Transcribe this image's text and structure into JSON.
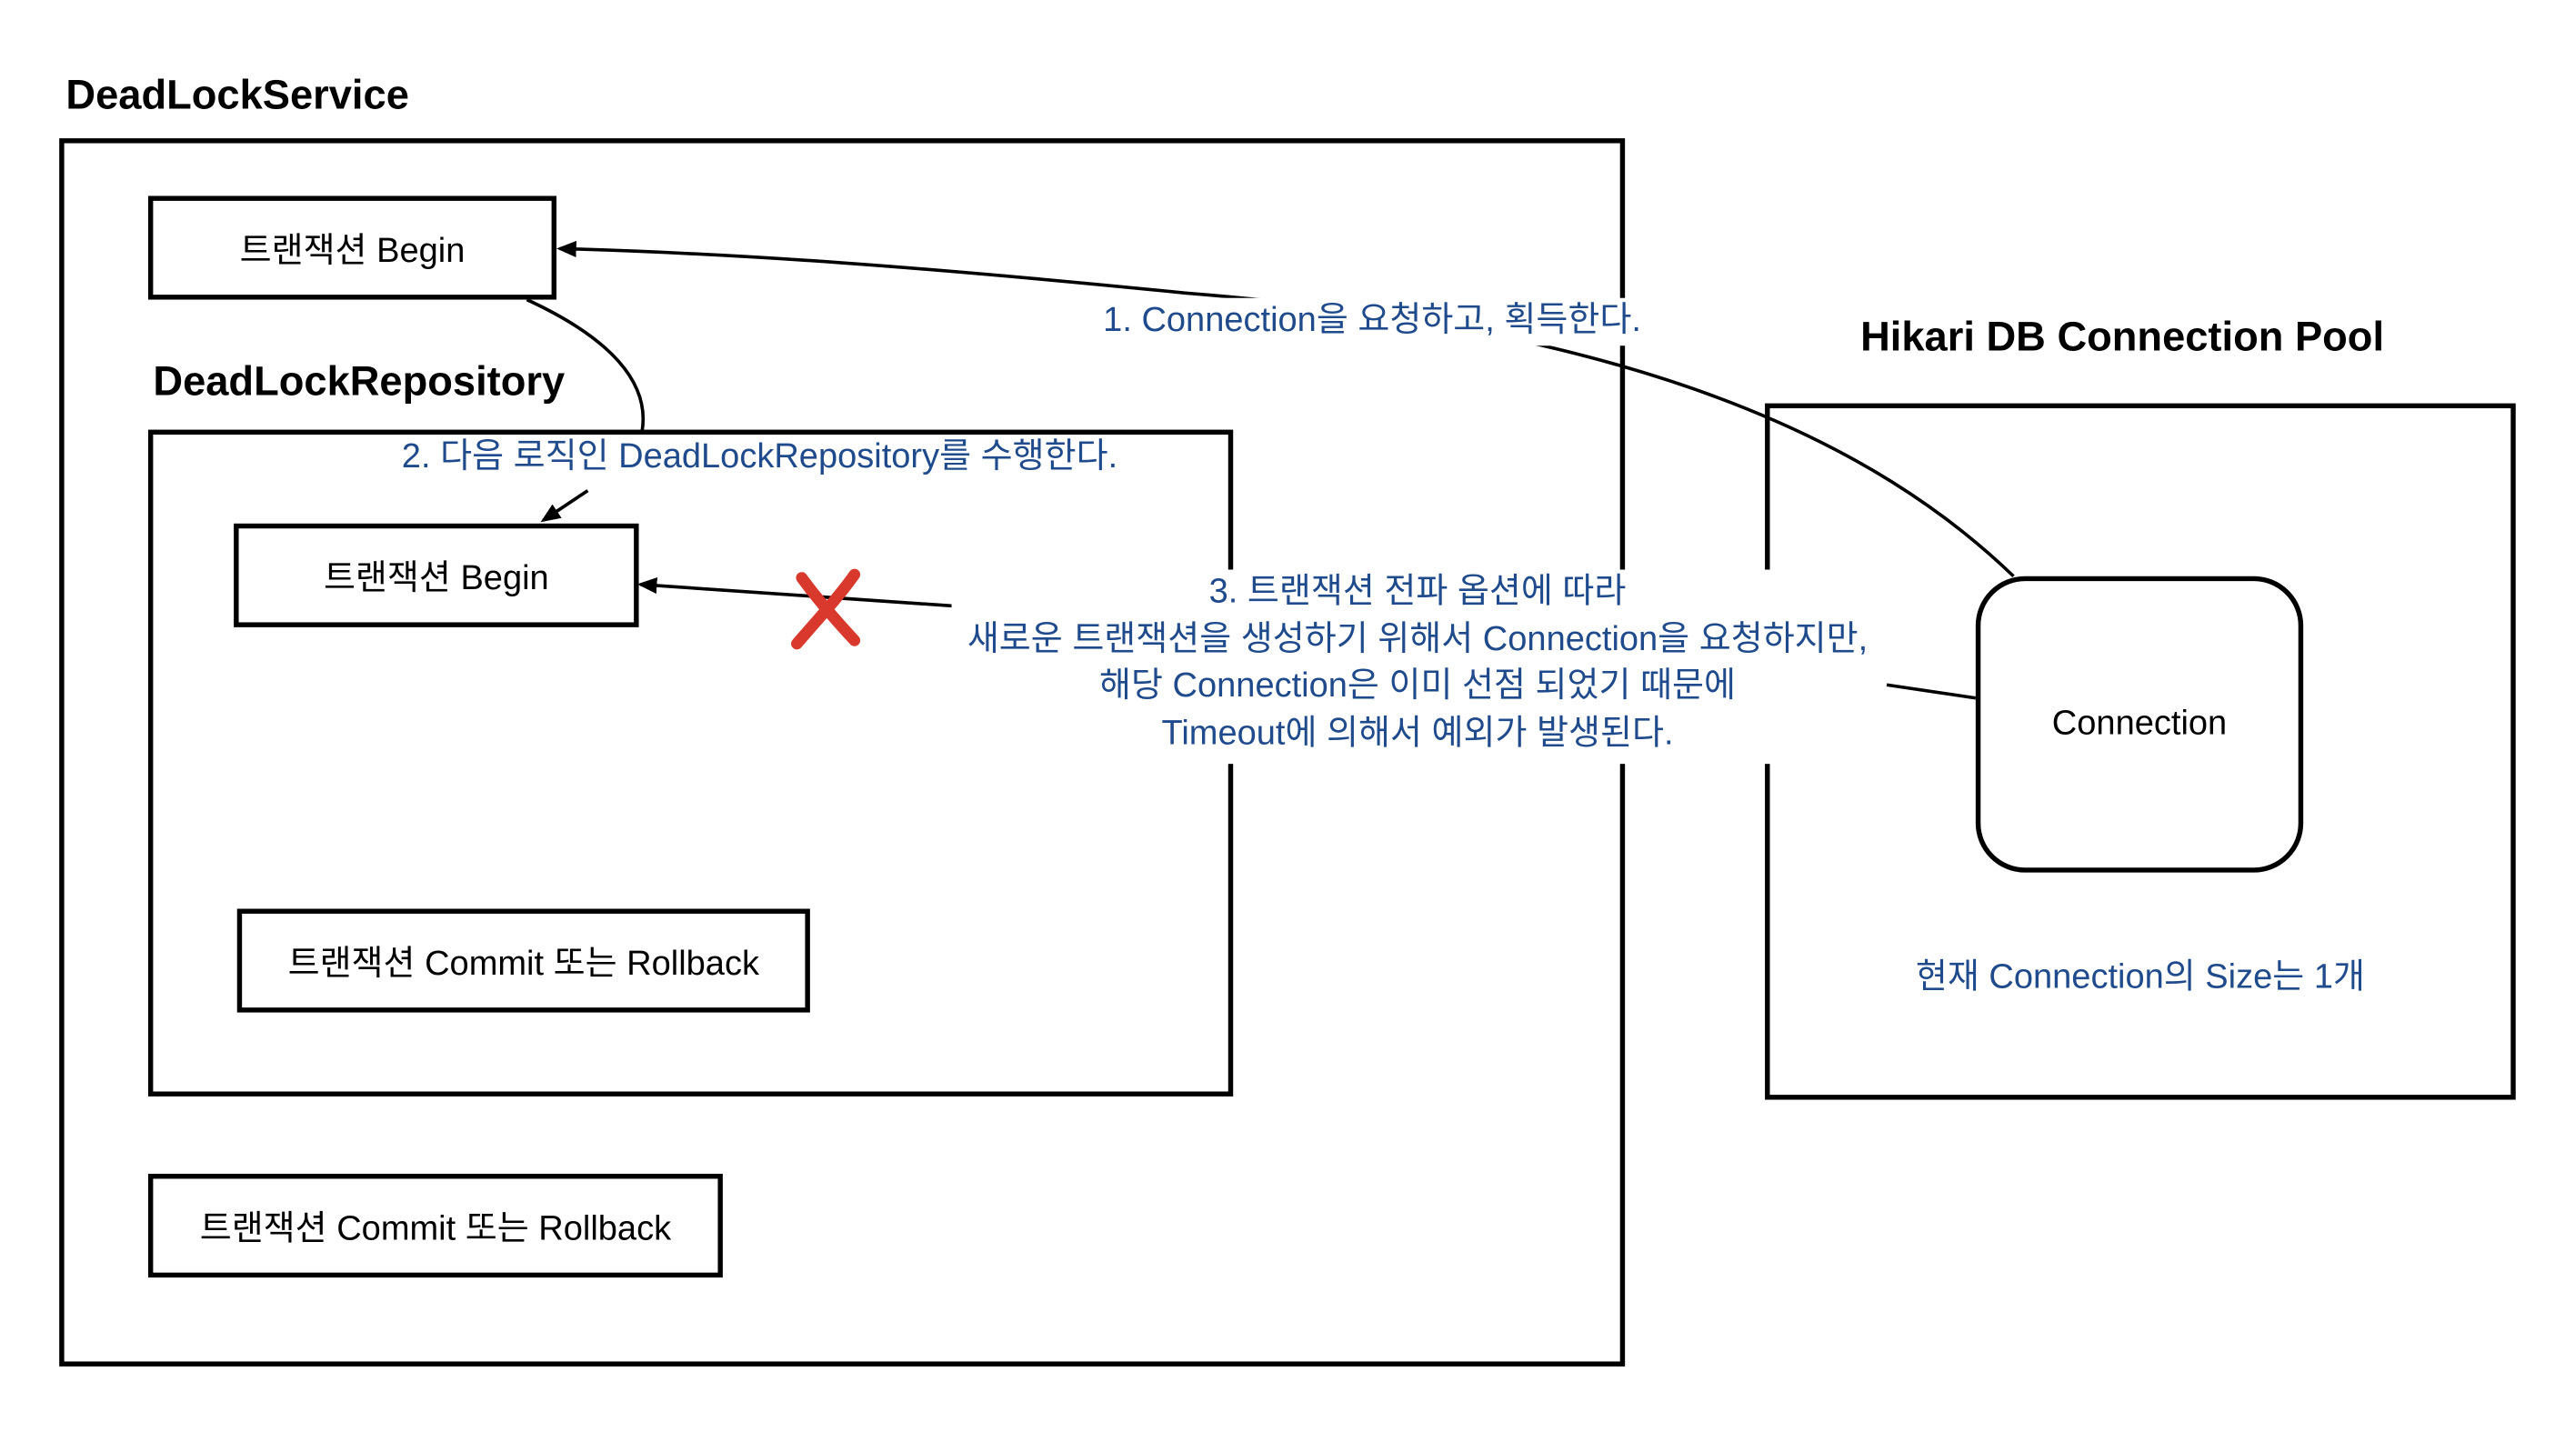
{
  "colors": {
    "annotation": "#1f4b8c",
    "x_mark": "#d9392c",
    "line": "#000000"
  },
  "service": {
    "title": "DeadLockService",
    "begin_label": "트랜잭션 Begin",
    "end_label": "트랜잭션 Commit 또는 Rollback"
  },
  "repository": {
    "title": "DeadLockRepository",
    "begin_label": "트랜잭션 Begin",
    "end_label": "트랜잭션 Commit 또는 Rollback"
  },
  "pool": {
    "title": "Hikari DB Connection Pool",
    "connection_label": "Connection",
    "size_note": "현재 Connection의 Size는 1개"
  },
  "steps": {
    "step1": "1. Connection을 요청하고, 획득한다.",
    "step2": "2. 다음 로직인 DeadLockRepository를 수행한다.",
    "step3": [
      "3. 트랜잭션 전파 옵션에 따라",
      "새로운 트랜잭션을 생성하기 위해서 Connection을 요청하지만,",
      "해당 Connection은 이미 선점 되었기 때문에",
      "Timeout에 의해서 예외가 발생된다."
    ]
  },
  "icons": {
    "failure": "x-mark-icon"
  }
}
